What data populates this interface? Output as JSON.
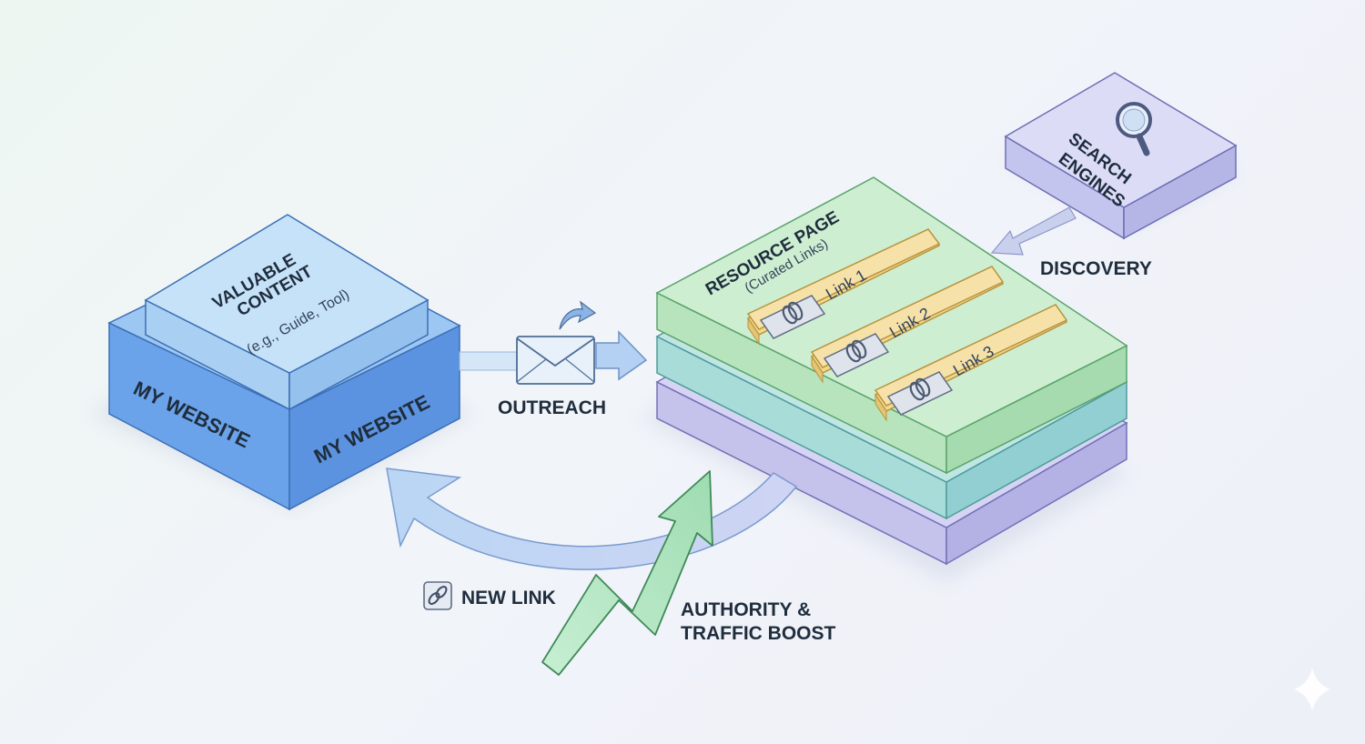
{
  "website": {
    "side_left_label": "MY WEBSITE",
    "side_right_label": "MY WEBSITE",
    "content_title_1": "VALUABLE",
    "content_title_2": "CONTENT",
    "content_subtitle": "(e.g., Guide, Tool)"
  },
  "outreach": {
    "label": "OUTREACH"
  },
  "resource_page": {
    "title": "RESOURCE PAGE",
    "subtitle": "(Curated Links)",
    "links": [
      "Link 1",
      "Link 2",
      "Link 3"
    ]
  },
  "search_engines": {
    "line1": "SEARCH",
    "line2": "ENGINES"
  },
  "discovery": {
    "label": "DISCOVERY"
  },
  "new_link": {
    "label": "NEW LINK"
  },
  "boost": {
    "line1": "AUTHORITY &",
    "line2": "TRAFFIC BOOST"
  },
  "colors": {
    "website_blue": "#5f9ae8",
    "content_blue": "#bcdcf7",
    "resource_green": "#c4ebc8",
    "layer_teal": "#a8dcd9",
    "layer_purple": "#c6c3ec",
    "link_yellow": "#f6e2a8",
    "search_purple": "#d8d8f6",
    "arrow_green": "#a9e3b9"
  }
}
